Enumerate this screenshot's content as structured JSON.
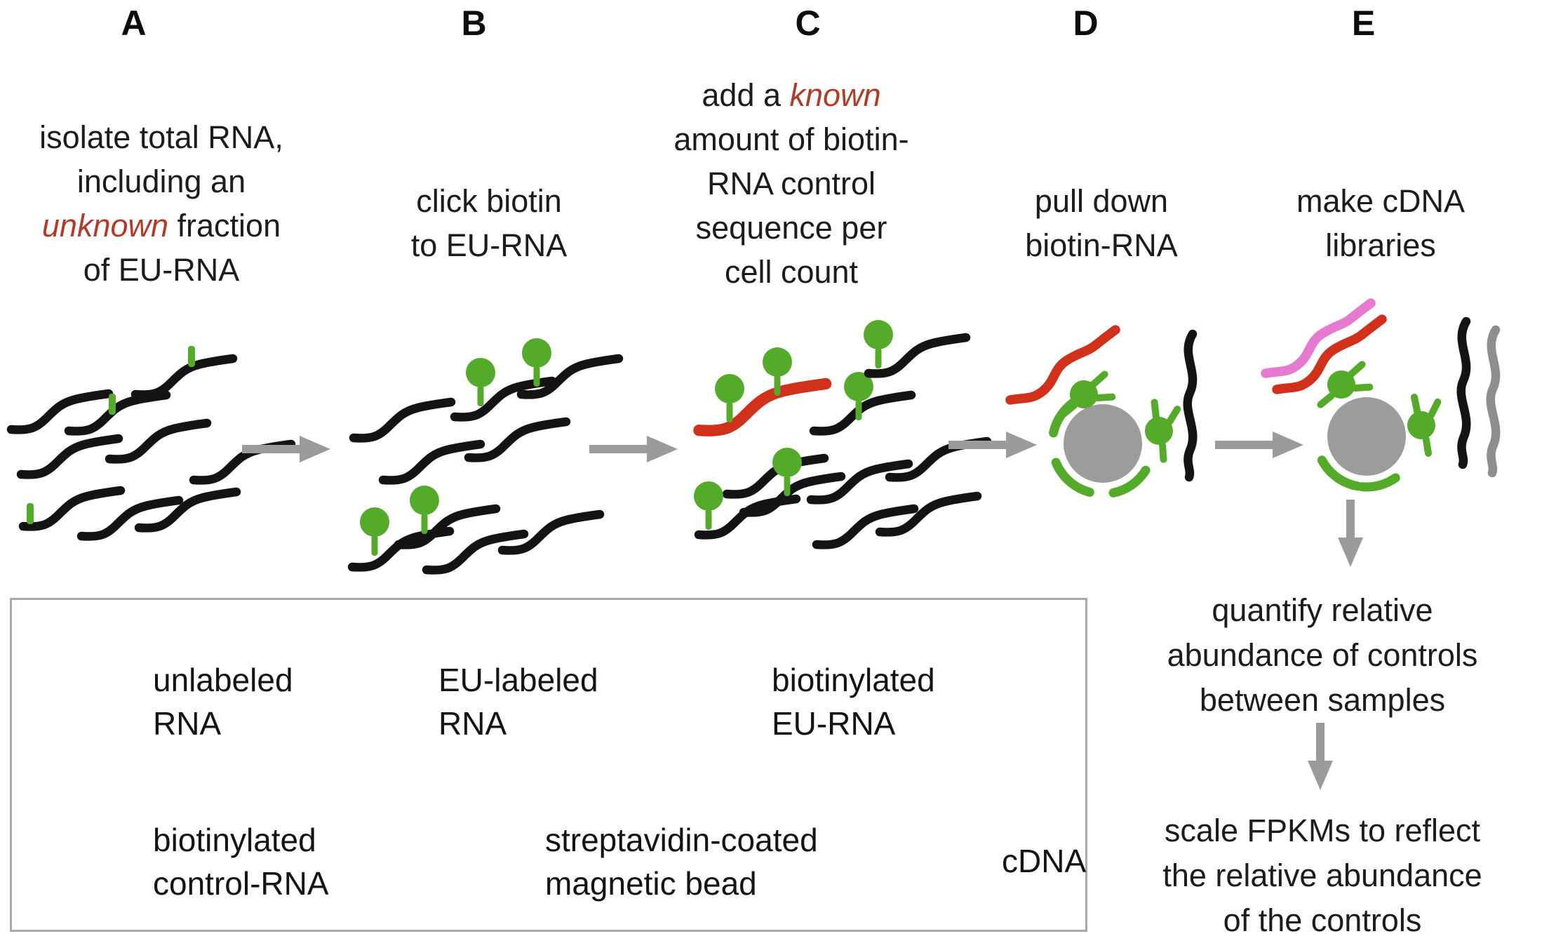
{
  "colors": {
    "strand_black": "#141414",
    "strand_red": "#d1301b",
    "strand_pink": "#e67ad0",
    "strand_gray": "#8e8e8e",
    "biotin_green": "#54ab29",
    "bead_gray": "#9c9c9c",
    "arrow_gray": "#9b9b9b",
    "emphasis_red": "#b43a28",
    "legend_border": "#a9a9a9"
  },
  "panels": {
    "a": {
      "header": "A",
      "line1": "isolate total RNA,",
      "line2": "including an",
      "line3_em": "unknown",
      "line3_rest": " fraction",
      "line4": "of EU-RNA"
    },
    "b": {
      "header": "B",
      "line1": "click biotin",
      "line2": "to EU-RNA"
    },
    "c": {
      "header": "C",
      "line1_pre": "add a ",
      "line1_em": "known",
      "line2": "amount of biotin-",
      "line3": "RNA control",
      "line4": "sequence per",
      "line5": "cell count"
    },
    "d": {
      "header": "D",
      "line1": "pull down",
      "line2": "biotin-RNA"
    },
    "e": {
      "header": "E",
      "line1": "make cDNA",
      "line2": "libraries"
    }
  },
  "flow": {
    "step1": {
      "line1": "quantify relative",
      "line2": "abundance of controls",
      "line3": "between samples"
    },
    "step2": {
      "line1": "scale FPKMs to reflect",
      "line2": "the relative abundance",
      "line3": "of the controls"
    }
  },
  "legend": {
    "items": [
      {
        "id": "unlabeled-rna",
        "line1": "unlabeled",
        "line2": "RNA"
      },
      {
        "id": "eu-labeled-rna",
        "line1": "EU-labeled",
        "line2": "RNA"
      },
      {
        "id": "biotinylated-eu-rna",
        "line1": "biotinylated",
        "line2": "EU-RNA"
      },
      {
        "id": "biotinylated-control-rna",
        "line1": "biotinylated",
        "line2": "control-RNA"
      },
      {
        "id": "streptavidin-bead",
        "line1": "streptavidin-coated",
        "line2": "magnetic bead"
      },
      {
        "id": "cdna",
        "line1": "cDNA",
        "line2": ""
      }
    ]
  }
}
